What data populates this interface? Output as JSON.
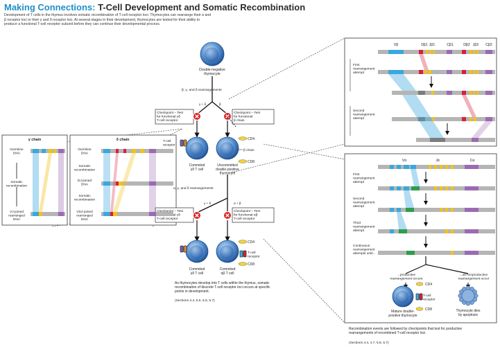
{
  "header": {
    "title_prefix": "Making Connections:",
    "title": "T-Cell Development and Somatic Recombination",
    "intro": "Development of T cells in the thymus involves somatic recombination of T-cell receptor loci. Thymocytes can rearrange their α and β receptor loci or their γ and δ receptor loci. At several stages in their development, thymocytes are tested for their ability to produce a functional T-cell receptor subunit before they can continue their developmental process."
  },
  "center": {
    "dn_label": [
      "Double-negative",
      "thymocyte"
    ],
    "rearr1": "β, γ, and δ rearrangements",
    "branch_gd": "γ + δ",
    "branch_b": "β",
    "cp1_left": [
      "Checkpoint – Test",
      "for functional γδ",
      "T-cell receptor"
    ],
    "cp1_right": [
      "Checkpoint – Test",
      "for functional",
      "β chain"
    ],
    "tcr_label": [
      "T-cell",
      "receptor"
    ],
    "cd4": "CD4",
    "cd8": "CD8",
    "bchain": "β chain",
    "cell1": [
      "Commited",
      "γδ T cell"
    ],
    "cell2": [
      "Uncommitted",
      "double-positive",
      "thymocyte"
    ],
    "rearr2": "α, γ, and δ rearrangements",
    "branch_gd2": "γ + δ",
    "branch_ab": "α + β",
    "cp2_left": [
      "Checkpoint – Test",
      "for functional γδ",
      "T-cell receptor"
    ],
    "cp2_right": [
      "Checkpoint – Test",
      "for functional αβ",
      "T-cell receptor"
    ],
    "cell3": [
      "Commited",
      "γδ T cell"
    ],
    "cell4": [
      "Commited",
      "αβ T cell"
    ],
    "caption": [
      "As thymocytes develop into T cells within the thymus, somatic",
      "recombination of discrete T-cell receptor loci occurs at specific",
      "points in development."
    ],
    "sections": "(Sections 4.4, 5.5, 5.6, 5.7)"
  },
  "left": {
    "gamma_title": "γ chain",
    "delta_title": "δ chain",
    "germline": [
      "Germline",
      "DNA"
    ],
    "somatic": [
      "Somatic",
      "recombination"
    ],
    "vj": [
      "VJ-joined",
      "rearranged",
      "DNA"
    ],
    "dj": [
      "DJ-joined",
      "DNA"
    ],
    "vdj": [
      "VDJ-joined",
      "rearranged",
      "DNA"
    ]
  },
  "top_right": {
    "seg_labels": [
      "Vβ",
      "Dβ1",
      "Jβ1",
      "Cβ1",
      "Dβ2",
      "Jβ2",
      "Cβ2"
    ],
    "first": [
      "First",
      "rearrangement",
      "attempt"
    ],
    "second": [
      "Second",
      "rearrangement",
      "attempt"
    ]
  },
  "bottom_right": {
    "seg_labels": [
      "Vα",
      "Jα",
      "Cα"
    ],
    "first": [
      "First",
      "rearrangement",
      "attempt"
    ],
    "second": [
      "Second",
      "rearrangement",
      "attempt"
    ],
    "third": [
      "Third",
      "rearrangement",
      "attempt"
    ],
    "continuous": [
      "Continuous",
      "rearrangement",
      "attempts until..."
    ],
    "productive": [
      "...productive",
      "rearrangement occurs"
    ],
    "nonproductive": [
      "...all nonproductive",
      "rearrangement occur"
    ],
    "cd4": "CD4",
    "tcr": [
      "T-cell",
      "receptor"
    ],
    "cd8": "CD8",
    "mature": [
      "Mature double-",
      "positive thymocyte"
    ],
    "dies": [
      "Thymocyte dies",
      "by apoptosis"
    ],
    "caption": [
      "Recombination events are followed by checkpoints that test for productive",
      "rearrangements of recombined T-cell receptor loci."
    ],
    "sections": "(Sections 4.4, 4.7, 5.6, 5.7)"
  },
  "colors": {
    "accent": "#1f8fc9",
    "cell": "#4a86c8",
    "check": "#d8262c",
    "v_seg": "#3ba7dc",
    "d_seg": "#d8203a",
    "j_seg": "#f2c21b",
    "c_seg": "#9a6bb3",
    "dna": "#b5b5b5"
  }
}
